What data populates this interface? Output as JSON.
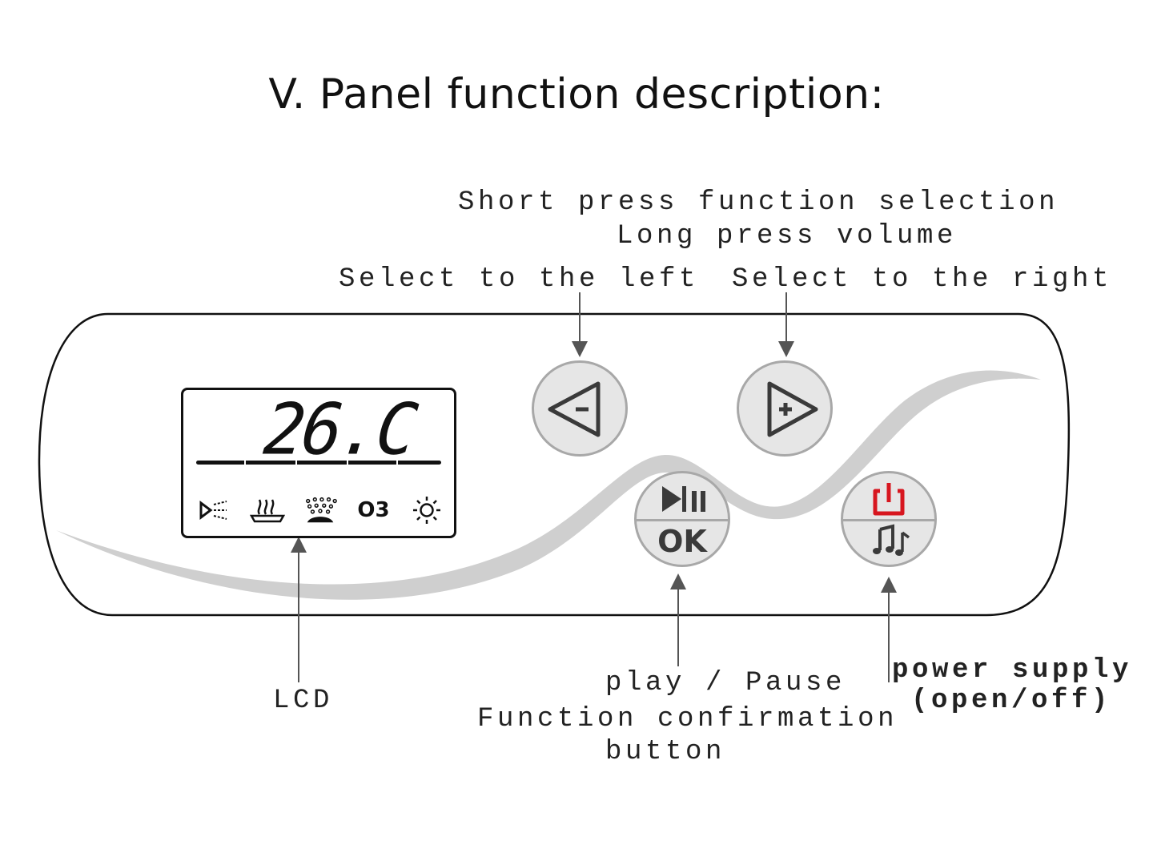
{
  "title": "V. Panel function description:",
  "annotations": {
    "function_select_line1": "Short press function selection",
    "function_select_line2": "Long press volume",
    "select_left": "Select to the left",
    "select_right": "Select to the right",
    "lcd": "LCD",
    "play_pause": "play / Pause",
    "confirm_line1": "Function confirmation",
    "confirm_line2": "button",
    "power_line1": "power supply",
    "power_line2": "(open/off)"
  },
  "lcd": {
    "temperature": "26.C",
    "icons": [
      "spray-lamp-icon",
      "steam-heater-icon",
      "bubble-jets-icon",
      "ozone-icon",
      "light-icon"
    ],
    "ozone_label": "O3"
  },
  "buttons": {
    "ok_label": "OK"
  },
  "colors": {
    "button_fill": "#e6e6e6",
    "button_ring": "#a8a8a8",
    "icon_gray": "#3a3a3a",
    "power_red": "#d7161f",
    "wave_gray": "#cfcfcf",
    "outline": "#111111"
  }
}
